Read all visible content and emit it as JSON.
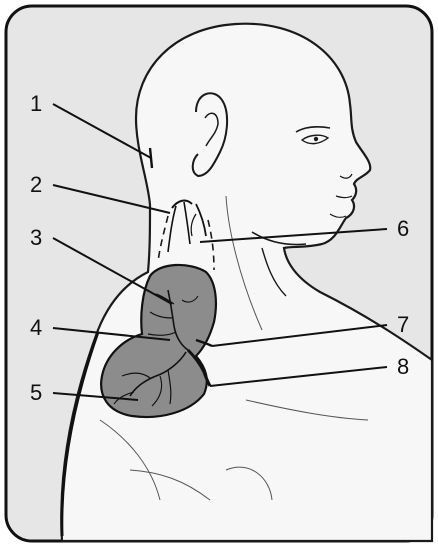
{
  "figure": {
    "labels": [
      "1",
      "2",
      "3",
      "4",
      "5",
      "6",
      "7",
      "8"
    ]
  },
  "colors": {
    "frame": "#111111",
    "background_fill": "#e6e6e6",
    "skin_fill": "#f7f7f7",
    "flap_fill": "#8c8c8c",
    "line": "#1a1a1a"
  }
}
